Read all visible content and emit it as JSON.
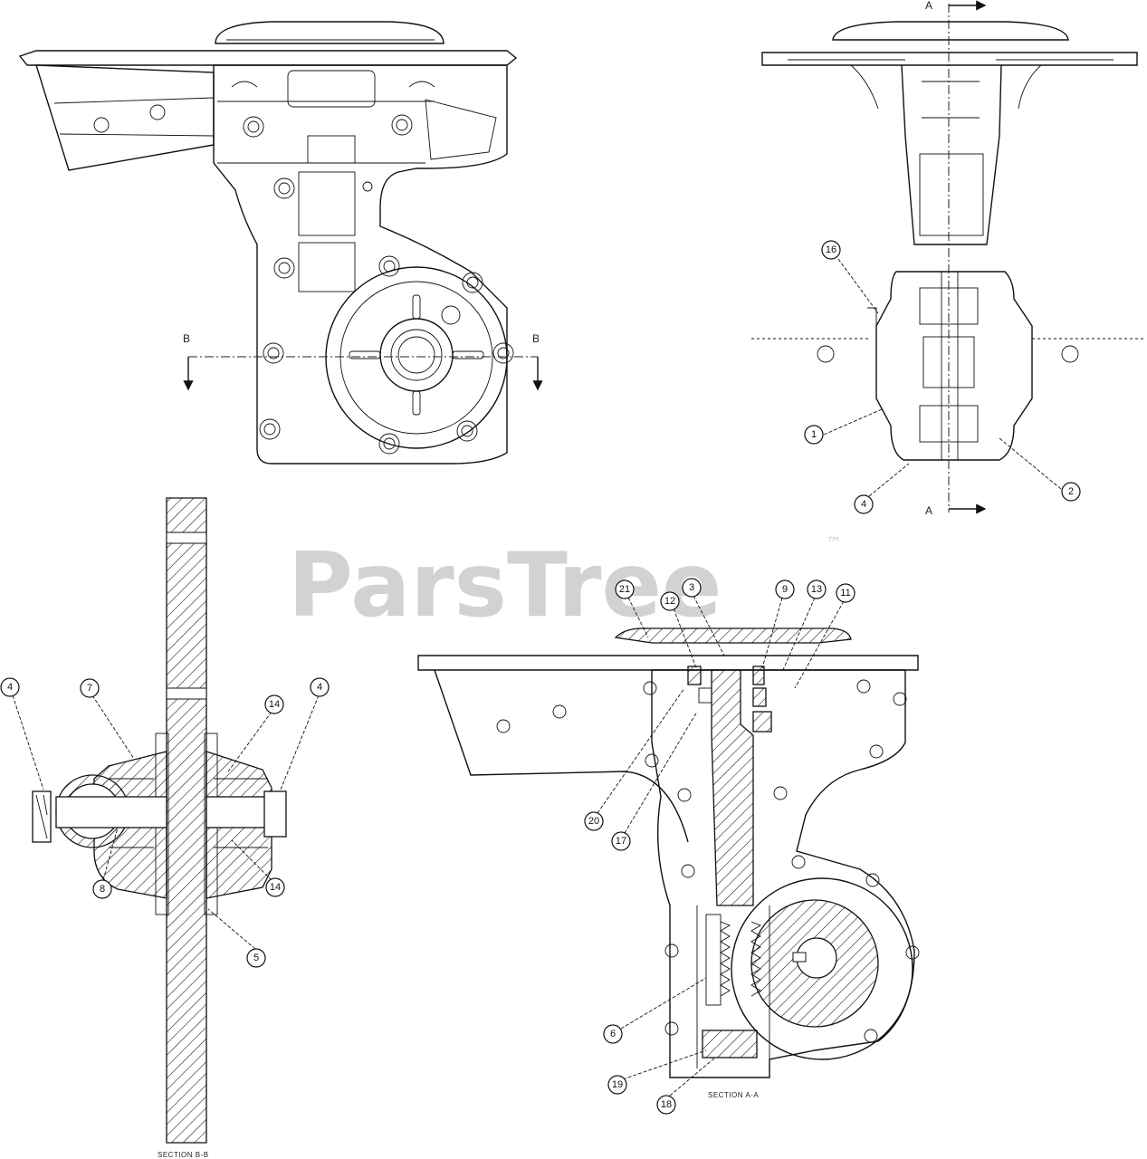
{
  "watermark": {
    "text": "ParsTree",
    "trademark": "™"
  },
  "section_markers": {
    "a_top": "A",
    "a_bottom": "A",
    "b_left": "B",
    "b_right": "B"
  },
  "section_titles": {
    "bb": "SECTION B-B",
    "aa": "SECTION A-A"
  },
  "callouts": {
    "side_view": [
      "16",
      "1",
      "4",
      "2"
    ],
    "section_bb": [
      "4",
      "7",
      "14",
      "4",
      "8",
      "14",
      "5"
    ],
    "section_aa": [
      "21",
      "12",
      "3",
      "9",
      "13",
      "11",
      "20",
      "17",
      "6",
      "19",
      "18"
    ]
  }
}
